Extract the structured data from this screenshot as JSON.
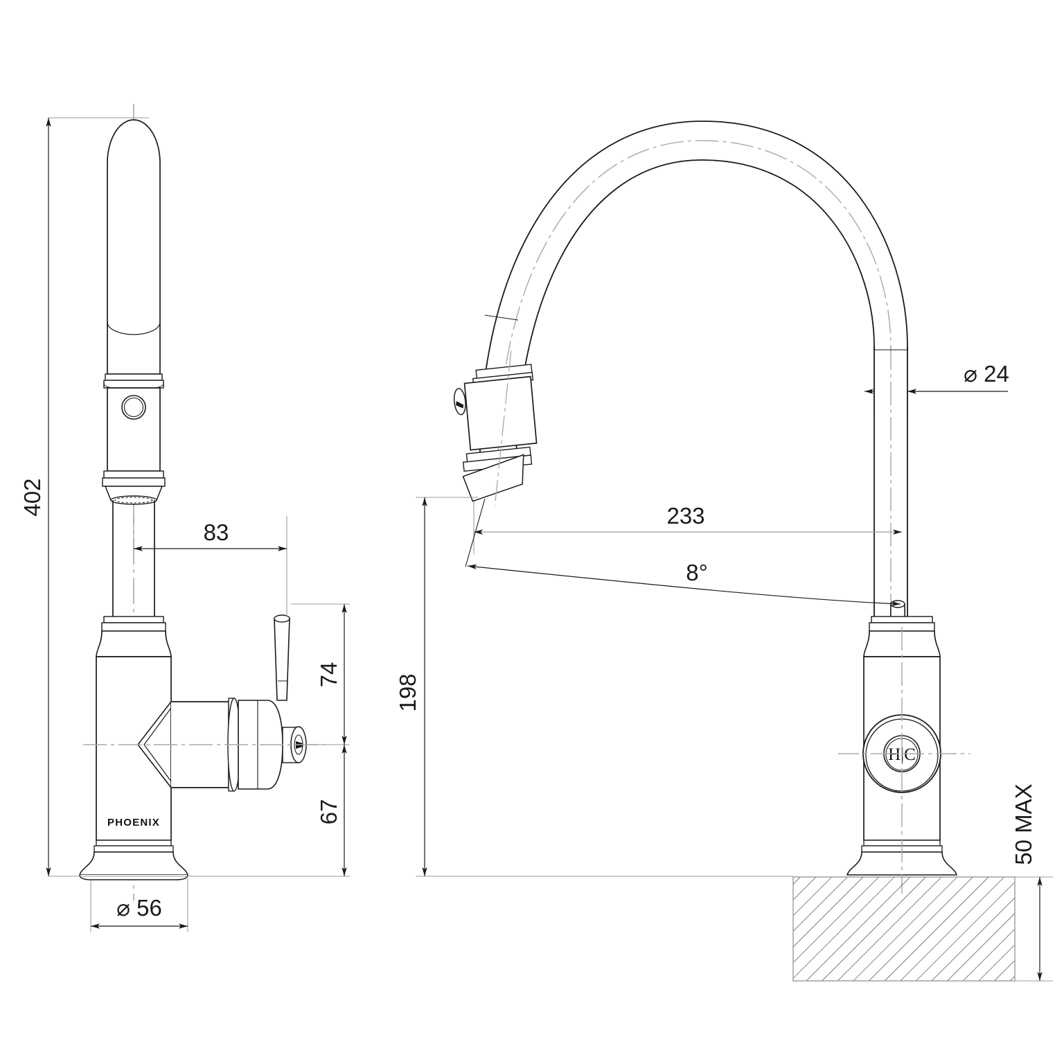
{
  "drawing": {
    "title": "Phoenix pull-down kitchen sink mixer technical drawing",
    "brand": "PHOENIX",
    "units": "mm",
    "line_color": "#1a1a1a",
    "dim_color": "#1a1a1a",
    "centerline_color": "#a8a8a8",
    "background": "#ffffff"
  },
  "views": {
    "left": {
      "name": "side-elevation-with-handle",
      "brand_label": "PHOENIX"
    },
    "right": {
      "name": "front-elevation-with-gooseneck",
      "indicator_label": "H|C",
      "indicator_hot": "H",
      "indicator_cold": "C",
      "indicator_divider": "|"
    }
  },
  "dimensions": {
    "overall_height": "402",
    "handle_offset": "83",
    "handle_above_centre": "74",
    "centre_to_base": "67",
    "base_diameter": "⌀ 56",
    "spout_diameter": "⌀ 24",
    "spout_reach": "233",
    "spout_angle": "8°",
    "spout_height": "198",
    "bench_thickness": "50 MAX"
  },
  "annotations": {
    "base_dia_symbol": "⌀",
    "base_dia_value": "56",
    "spout_dia_symbol": "⌀",
    "spout_dia_value": "24"
  }
}
